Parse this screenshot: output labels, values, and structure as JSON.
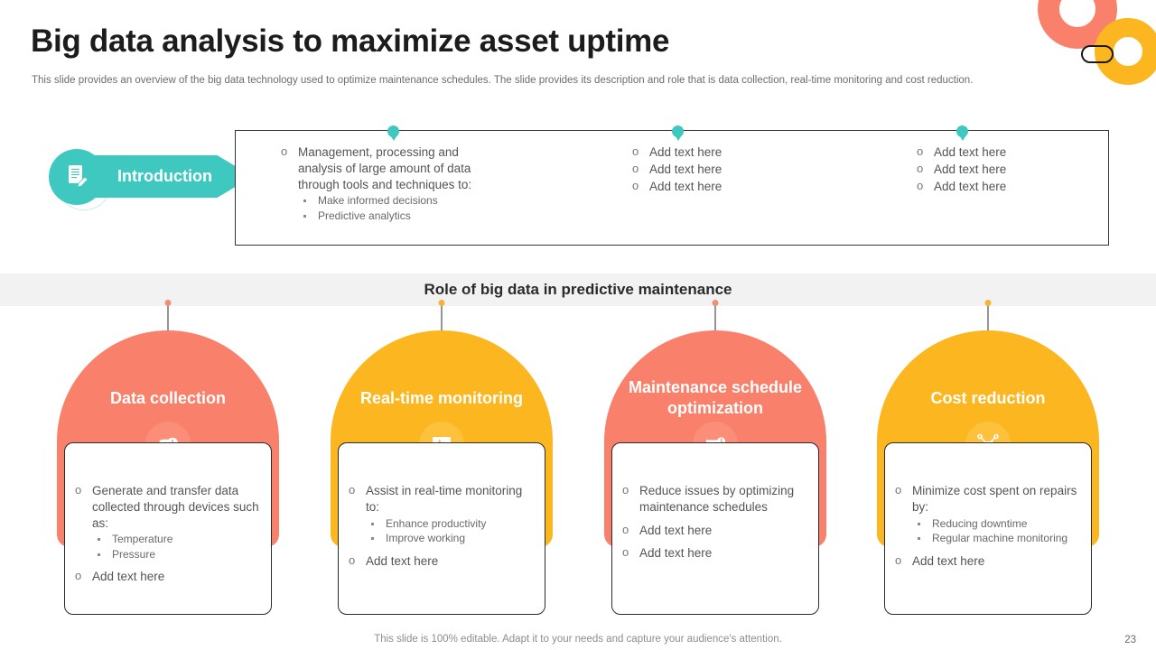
{
  "header": {
    "title": "Big data analysis to maximize asset uptime",
    "subtitle": "This slide provides an overview of the big data technology used to optimize maintenance schedules. The slide provides its description and role that is data collection, real-time monitoring and cost reduction."
  },
  "introduction": {
    "label": "Introduction",
    "icon": "document-pen-icon",
    "accent_color": "#3FC8C0",
    "columns": [
      {
        "bullets": [
          {
            "type": "circle",
            "text": "Management, processing and analysis of large amount of data through tools and techniques to:"
          },
          {
            "type": "dot",
            "text": "Make informed decisions"
          },
          {
            "type": "dot",
            "text": "Predictive analytics"
          }
        ]
      },
      {
        "bullets": [
          {
            "type": "circle",
            "text": "Add text here"
          },
          {
            "type": "circle",
            "text": "Add text here"
          },
          {
            "type": "circle",
            "text": "Add text here"
          }
        ]
      },
      {
        "bullets": [
          {
            "type": "circle",
            "text": "Add text here"
          },
          {
            "type": "circle",
            "text": "Add text here"
          },
          {
            "type": "circle",
            "text": "Add text here"
          }
        ]
      }
    ]
  },
  "band": {
    "title": "Role of big data in predictive maintenance"
  },
  "cards": [
    {
      "title": "Data collection",
      "color": "#F9806B",
      "icon_color": "#FA8E79",
      "dot_color": "#F09070",
      "icon": "data-stack-icon",
      "bullets": [
        {
          "type": "circle",
          "text": "Generate and transfer data collected through devices such as:"
        },
        {
          "type": "dot",
          "text": "Temperature"
        },
        {
          "type": "dot",
          "text": "Pressure"
        },
        {
          "type": "circle",
          "text": "Add text here"
        }
      ]
    },
    {
      "title": "Real-time monitoring",
      "color": "#FCB61F",
      "icon_color": "#FDC13C",
      "dot_color": "#F5B335",
      "icon": "monitor-pulse-icon",
      "bullets": [
        {
          "type": "circle",
          "text": "Assist in real-time monitoring to:"
        },
        {
          "type": "dot",
          "text": "Enhance productivity"
        },
        {
          "type": "dot",
          "text": "Improve working"
        },
        {
          "type": "circle",
          "text": "Add text here"
        }
      ]
    },
    {
      "title": "Maintenance schedule optimization",
      "color": "#F9806B",
      "icon_color": "#FA8E79",
      "dot_color": "#F09070",
      "icon": "calendar-clock-icon",
      "bullets": [
        {
          "type": "circle",
          "text": "Reduce issues by optimizing maintenance schedules"
        },
        {
          "type": "circle",
          "text": "Add text here"
        },
        {
          "type": "circle",
          "text": "Add text here"
        }
      ]
    },
    {
      "title": "Cost reduction",
      "color": "#FCB61F",
      "icon_color": "#FDC13C",
      "dot_color": "#F5B335",
      "icon": "money-bag-scissors-icon",
      "bullets": [
        {
          "type": "circle",
          "text": "Minimize cost spent on repairs by:"
        },
        {
          "type": "dot",
          "text": "Reducing downtime"
        },
        {
          "type": "dot",
          "text": "Regular machine monitoring"
        },
        {
          "type": "circle",
          "text": "Add text here"
        }
      ]
    }
  ],
  "footer": {
    "note": "This slide is 100% editable. Adapt it to your needs and capture your audience's attention.",
    "page_number": "23"
  }
}
